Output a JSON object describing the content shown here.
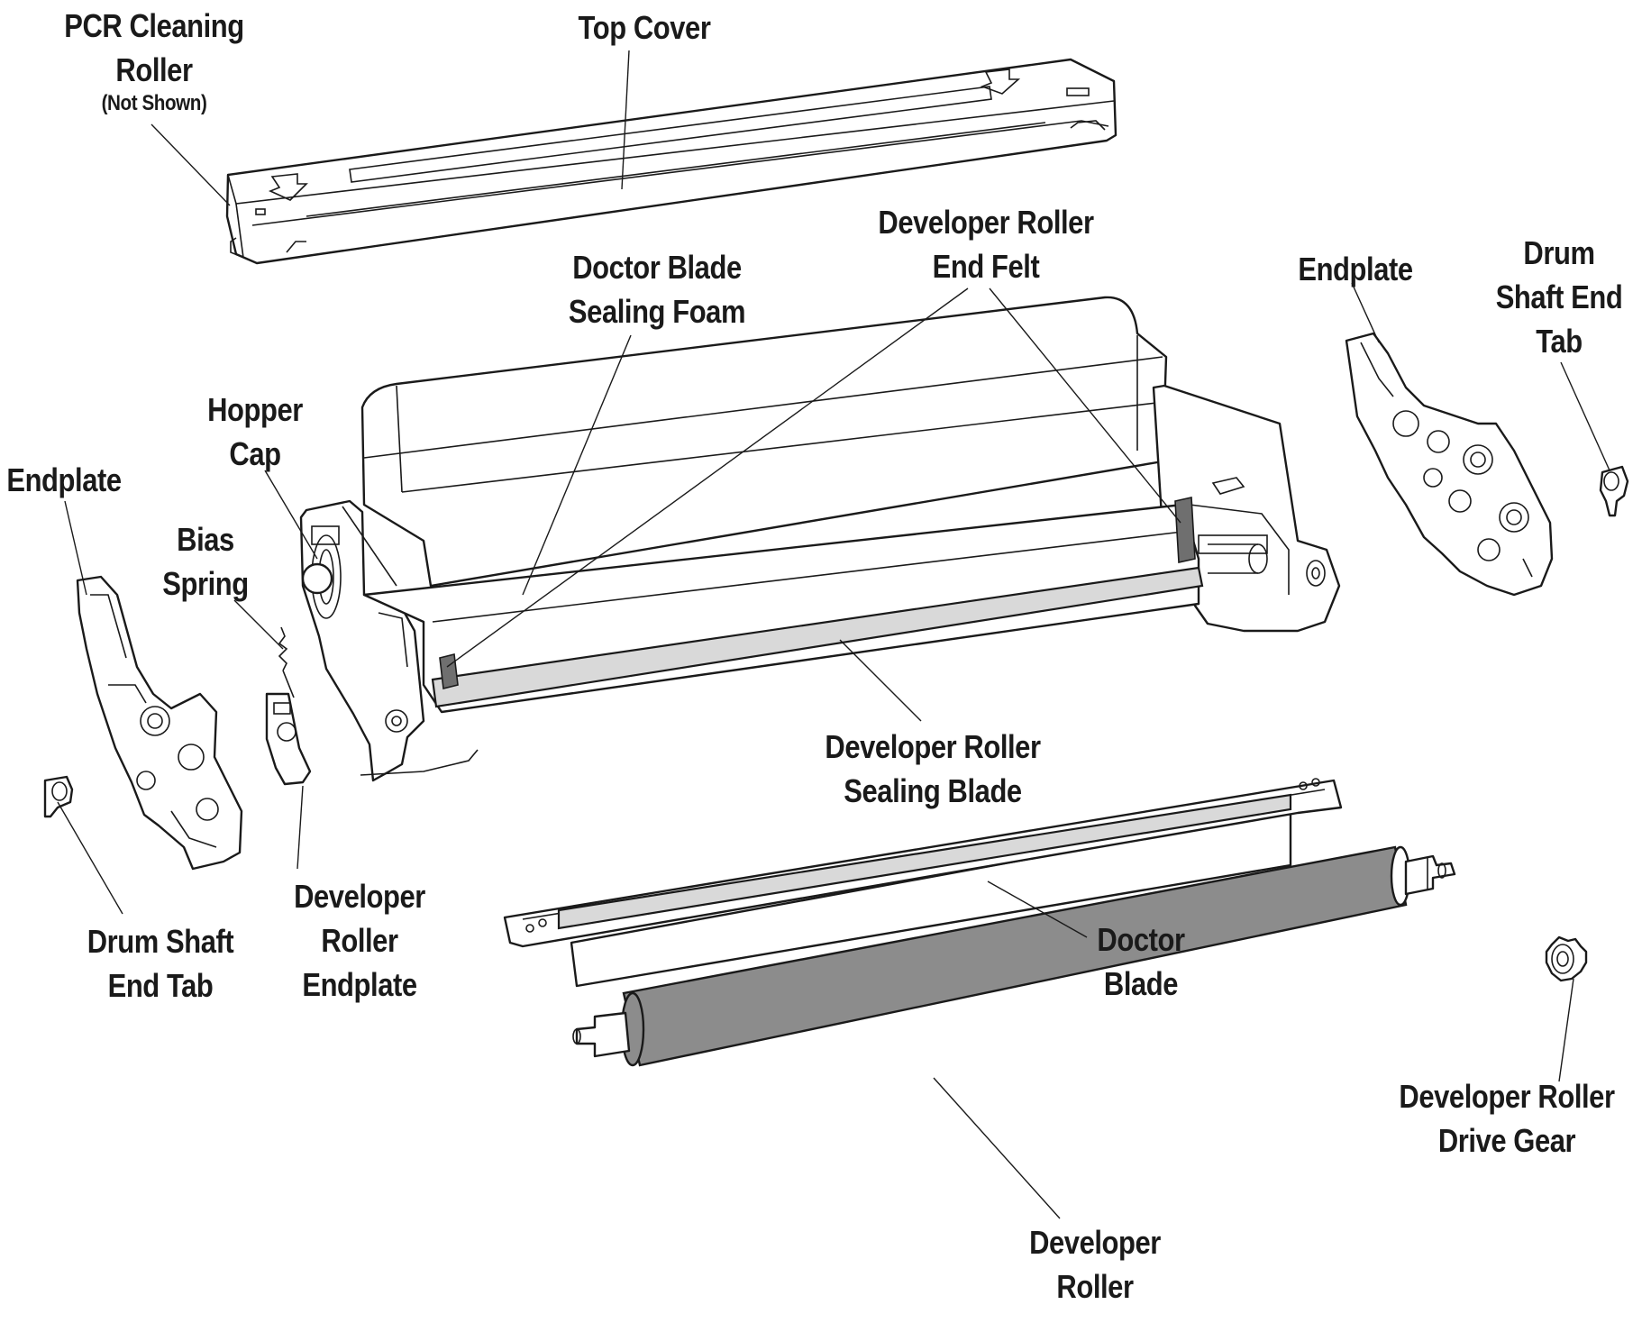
{
  "labels": {
    "pcr_cleaning_roller": {
      "lines": [
        "PCR Cleaning",
        "Roller"
      ],
      "note": "(Not Shown)"
    },
    "top_cover": {
      "lines": [
        "Top Cover"
      ]
    },
    "developer_roller_end_felt": {
      "lines": [
        "Developer Roller",
        "End Felt"
      ]
    },
    "doctor_blade_sealing_foam": {
      "lines": [
        "Doctor Blade",
        "Sealing Foam"
      ]
    },
    "endplate_right": {
      "lines": [
        "Endplate"
      ]
    },
    "drum_shaft_end_tab_right": {
      "lines": [
        "Drum",
        "Shaft End",
        "Tab"
      ]
    },
    "hopper_cap": {
      "lines": [
        "Hopper",
        "Cap"
      ]
    },
    "endplate_left": {
      "lines": [
        "Endplate"
      ]
    },
    "bias_spring": {
      "lines": [
        "Bias",
        "Spring"
      ]
    },
    "developer_roller_sealing_blade": {
      "lines": [
        "Developer Roller",
        "Sealing Blade"
      ]
    },
    "developer_roller_endplate": {
      "lines": [
        "Developer",
        "Roller",
        "Endplate"
      ]
    },
    "drum_shaft_end_tab_left": {
      "lines": [
        "Drum Shaft",
        "End Tab"
      ]
    },
    "doctor_blade": {
      "lines": [
        "Doctor",
        "Blade"
      ]
    },
    "developer_roller_drive_gear": {
      "lines": [
        "Developer Roller",
        "Drive Gear"
      ]
    },
    "developer_roller": {
      "lines": [
        "Developer",
        "Roller"
      ]
    }
  }
}
